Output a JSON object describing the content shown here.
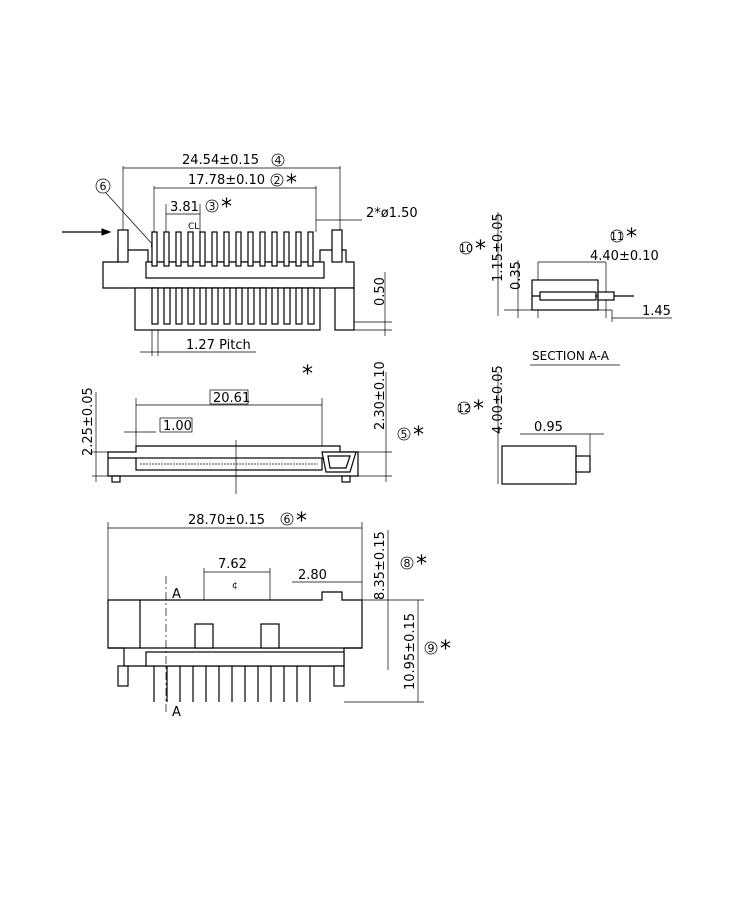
{
  "top_view": {
    "overall_width": "24.54±0.15",
    "overall_callout": "4",
    "pin_span": "17.78±0.10",
    "pin_span_callout": "2",
    "pin_offset": "3.81",
    "pin_offset_callout": "3",
    "centerline": "CL",
    "hole_dia": "2*ø1.50",
    "height_dim": "0.50",
    "pitch": "1.27 Pitch",
    "corner_callout": "6"
  },
  "front_view": {
    "star": "*",
    "inner_width": "20.61",
    "step": "1.00",
    "left_height": "2.25±0.05",
    "right_height": "2.30±0.10",
    "right_callout": "5"
  },
  "side_view": {
    "overall_width": "28.70±0.15",
    "overall_callout": "6",
    "post_spacing": "7.62",
    "centerline": "¢",
    "right_offset": "2.80",
    "upper_height": "8.35±0.15",
    "upper_callout": "8",
    "lower_height": "10.95±0.15",
    "lower_callout": "9",
    "section_mark": "A"
  },
  "section_view": {
    "height": "1.15±0.05",
    "height_callout": "10",
    "length": "4.40±0.10",
    "length_callout": "11",
    "thickness": "0.35",
    "tail": "1.45",
    "title": "SECTION A-A"
  },
  "end_view": {
    "height": "4.00±0.05",
    "height_callout": "12",
    "width": "0.95"
  }
}
